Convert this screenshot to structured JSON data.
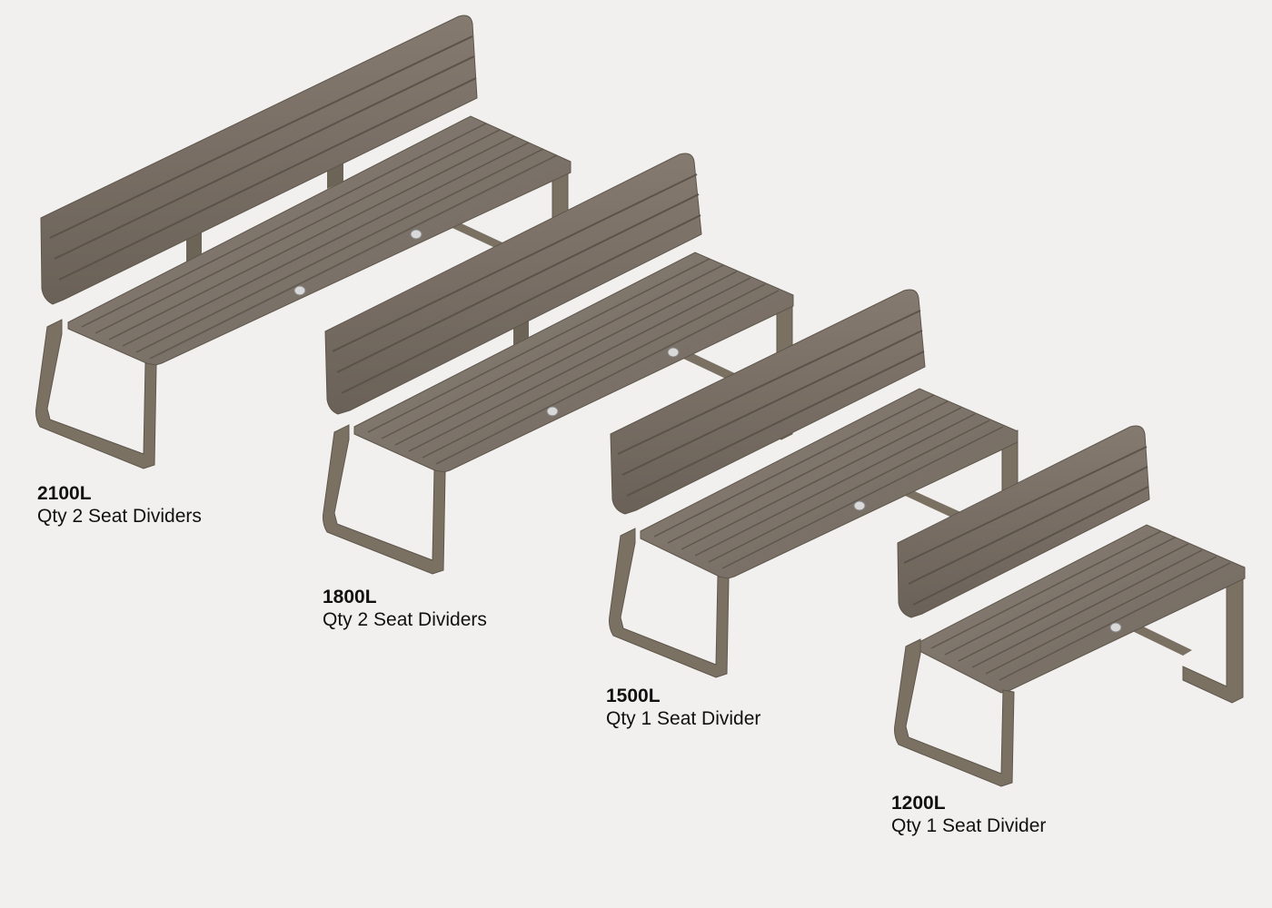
{
  "benches": [
    {
      "model": "2100L",
      "dividers": "Qty 2 Seat Dividers",
      "divider_count": 2
    },
    {
      "model": "1800L",
      "dividers": "Qty 2 Seat Dividers",
      "divider_count": 2
    },
    {
      "model": "1500L",
      "dividers": "Qty 1 Seat Divider",
      "divider_count": 1
    },
    {
      "model": "1200L",
      "dividers": "Qty 1 Seat Divider",
      "divider_count": 1
    }
  ],
  "colors": {
    "background": "#f1f0ef",
    "timber": "#7d7268",
    "frame": "#7b7163"
  }
}
